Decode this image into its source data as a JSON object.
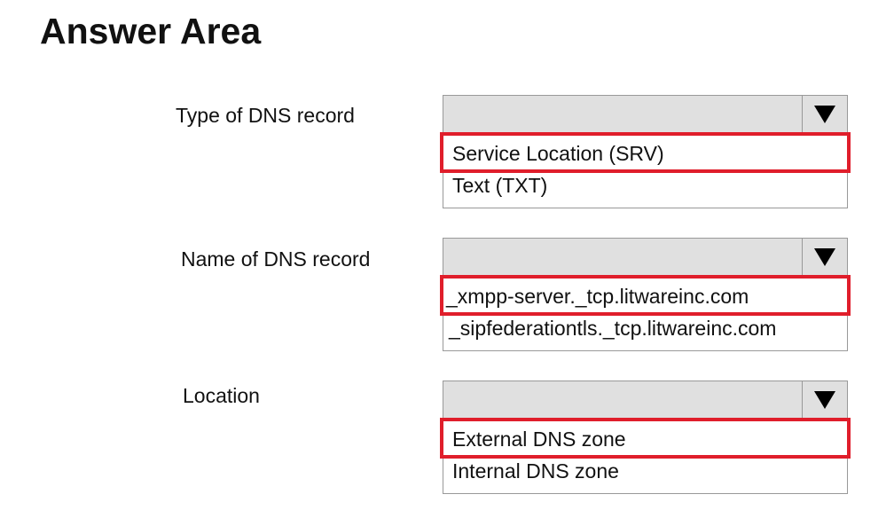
{
  "title": "Answer Area",
  "accent_color": "#e01e2b",
  "fields": [
    {
      "label": "Type of DNS record",
      "options": [
        "Service Location (SRV)",
        "Text (TXT)"
      ],
      "selected": 0
    },
    {
      "label": "Name of DNS record",
      "options": [
        "_xmpp-server._tcp.litwareinc.com",
        "_sipfederationtls._tcp.litwareinc.com"
      ],
      "selected": 0
    },
    {
      "label": "Location",
      "options": [
        "External DNS zone",
        "Internal DNS zone"
      ],
      "selected": 0
    }
  ],
  "icons": {
    "dropdown": "triangle-down-icon"
  }
}
